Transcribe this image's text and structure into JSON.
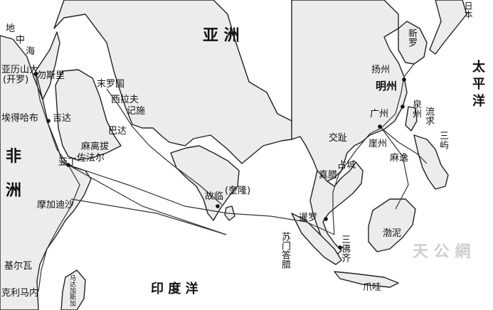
{
  "map": {
    "labels": {
      "asia": "亚 洲",
      "africa_1": "非",
      "africa_2": "洲",
      "mediterranean_1": "地",
      "mediterranean_2": "中",
      "mediterranean_3": "海",
      "pacific_1": "太",
      "pacific_2": "平",
      "pacific_3": "洋",
      "indian_ocean": "印 度 洋",
      "japan": "日本",
      "silla": "新罗",
      "alexandria": "亚历山大",
      "cairo": "(开罗)",
      "fustat": "勿斯里",
      "aidhab": "埃得哈布",
      "jeddah": "吉达",
      "aden": "亚丁",
      "mogadishu": "摩加迪沙",
      "kilwa": "基尔瓦",
      "quelimane": "克利马内",
      "madagascar": "马达加斯加",
      "muscat": "末罗国",
      "siraf": "西拉夫",
      "kish": "记施",
      "basra": "巴达",
      "mirbat": "麻离拔",
      "dhofar": "佐法尔",
      "quilon": "故临",
      "kollam_paren": "(奎隆)",
      "jiaozhi": "交趾",
      "zhancheng": "占城",
      "zhenla": "真腊",
      "siam": "暹罗",
      "sumatra": "苏门答腊",
      "srivijaya": "三佛齐",
      "java": "爪哇",
      "borneo": "渤泥",
      "mayi": "麻逸",
      "sanyu": "三屿",
      "guangzhou": "广州",
      "quanzhou": "泉州",
      "liuqiu": "流求",
      "yangzhou": "扬州",
      "mingzhou": "明州",
      "yazhou": "崖州",
      "watermark": "天 公 網"
    },
    "colors": {
      "land": "#ececec",
      "sea": "#ffffff",
      "coast": "#222222",
      "route": "#333333",
      "text": "#111111"
    }
  }
}
